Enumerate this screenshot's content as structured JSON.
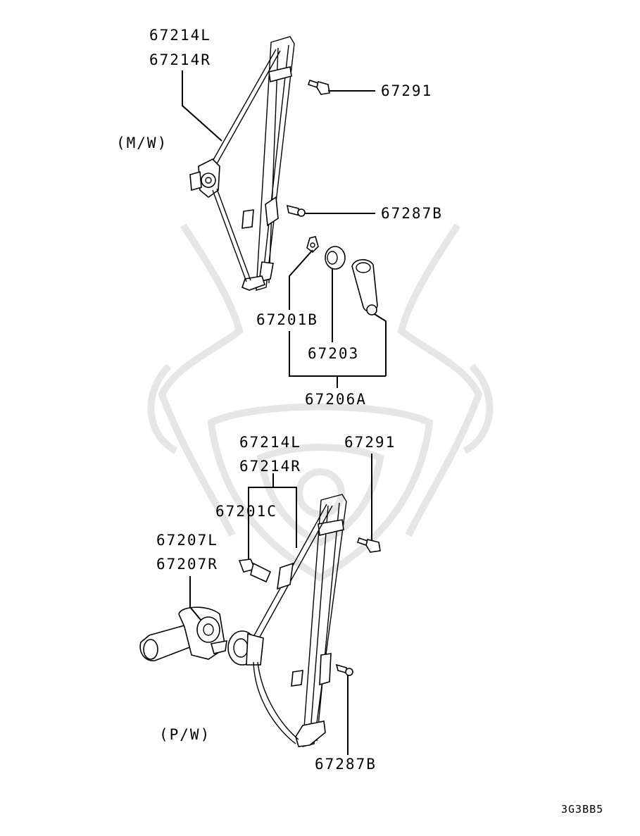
{
  "labels": {
    "top_regulator_l": "67214L",
    "top_regulator_r": "67214R",
    "top_bolt": "67291",
    "manual_window": "(M/W)",
    "top_screw": "67287B",
    "clip": "67201B",
    "escutcheon": "67203",
    "handle_set": "67206A",
    "bottom_regulator_l": "67214L",
    "bottom_regulator_r": "67214R",
    "bottom_bolt": "67291",
    "power_clip": "67201C",
    "motor_l": "67207L",
    "motor_r": "67207R",
    "power_window": "(P/W)",
    "bottom_screw": "67287B",
    "diagram_code": "3G3BB5"
  }
}
